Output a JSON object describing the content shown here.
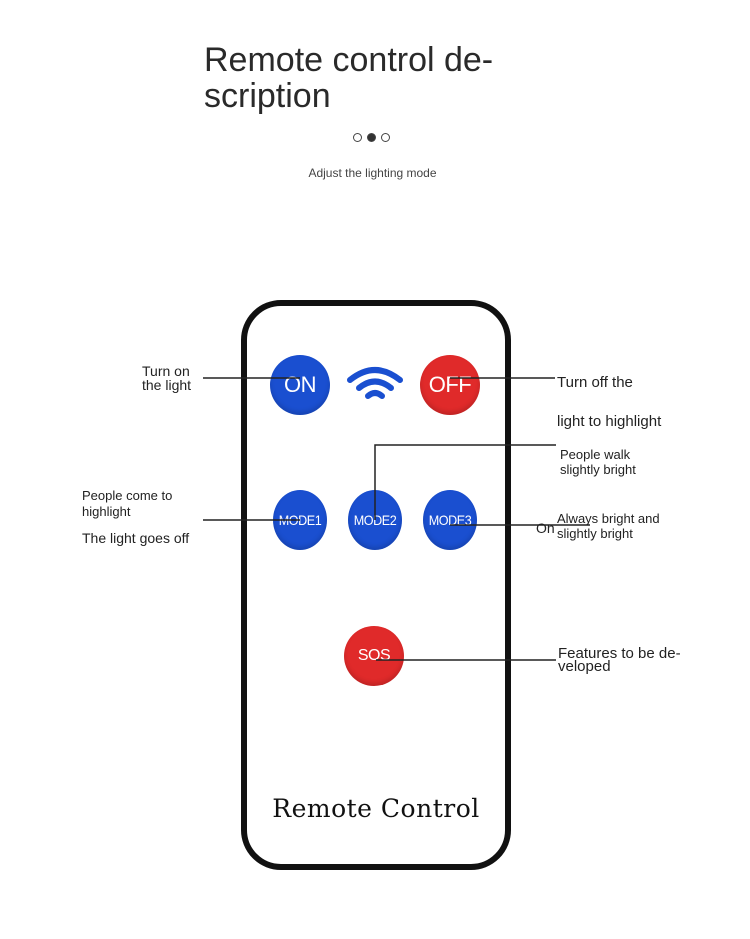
{
  "header": {
    "title": "Remote control de-scription",
    "subtitle": "Adjust the lighting mode",
    "carousel": {
      "total": 3,
      "active": 2
    }
  },
  "remote": {
    "buttons": {
      "on": "ON",
      "off": "OFF",
      "mode1": "MODE1",
      "mode2": "MODE2",
      "mode3": "MODE3",
      "sos": "SOS"
    },
    "brand_label": "Remote Control",
    "colors": {
      "blue": "#1a4fd0",
      "red": "#e02a2a",
      "body_border": "#111111"
    },
    "signal_icon": "wifi-signal-icon"
  },
  "annotations": {
    "on": "Turn on\nthe light",
    "off_line1": "Turn off the",
    "off_line2": "light to highlight",
    "mode1_line1": "People come to",
    "mode1_line2": "highlight",
    "mode1_line3": "The light goes off",
    "mode2_line1": "People walk",
    "mode2_line2": "slightly bright",
    "mode3_line1": "Always bright and",
    "mode3_line2": "slightly bright",
    "mode3_overlap": "On",
    "sos_line1": "Features to be de-",
    "sos_line2": "veloped"
  }
}
